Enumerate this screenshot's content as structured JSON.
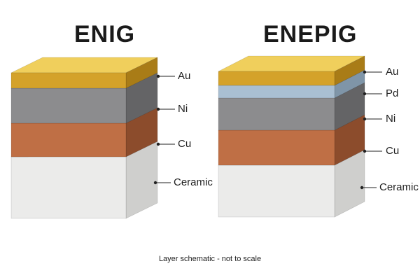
{
  "diagrams": [
    {
      "title": "ENIG",
      "layers": [
        {
          "label": "Au",
          "material": "gold"
        },
        {
          "label": "Ni",
          "material": "nickel"
        },
        {
          "label": "Cu",
          "material": "copper"
        },
        {
          "label": "Ceramic",
          "material": "ceramic"
        }
      ]
    },
    {
      "title": "ENEPIG",
      "layers": [
        {
          "label": "Au",
          "material": "gold"
        },
        {
          "label": "Pd",
          "material": "palladium"
        },
        {
          "label": "Ni",
          "material": "nickel"
        },
        {
          "label": "Cu",
          "material": "copper"
        },
        {
          "label": "Ceramic",
          "material": "ceramic"
        }
      ]
    }
  ],
  "caption": "Layer schematic - not to scale",
  "colors": {
    "gold": {
      "front": "#d4a22a",
      "top": "#f0cf5c",
      "side": "#a97c17"
    },
    "palladium": {
      "front": "#a9bfd2",
      "top": "#d3e1ec",
      "side": "#7f95a8"
    },
    "nickel": {
      "front": "#8c8c8e",
      "top": "#b4b4b6",
      "side": "#646466"
    },
    "copper": {
      "front": "#bf6f45",
      "top": "#e09a70",
      "side": "#8c4c2c"
    },
    "ceramic": {
      "front": "#ebebea",
      "top": "#f6f6f5",
      "side": "#cfcfcd"
    }
  }
}
